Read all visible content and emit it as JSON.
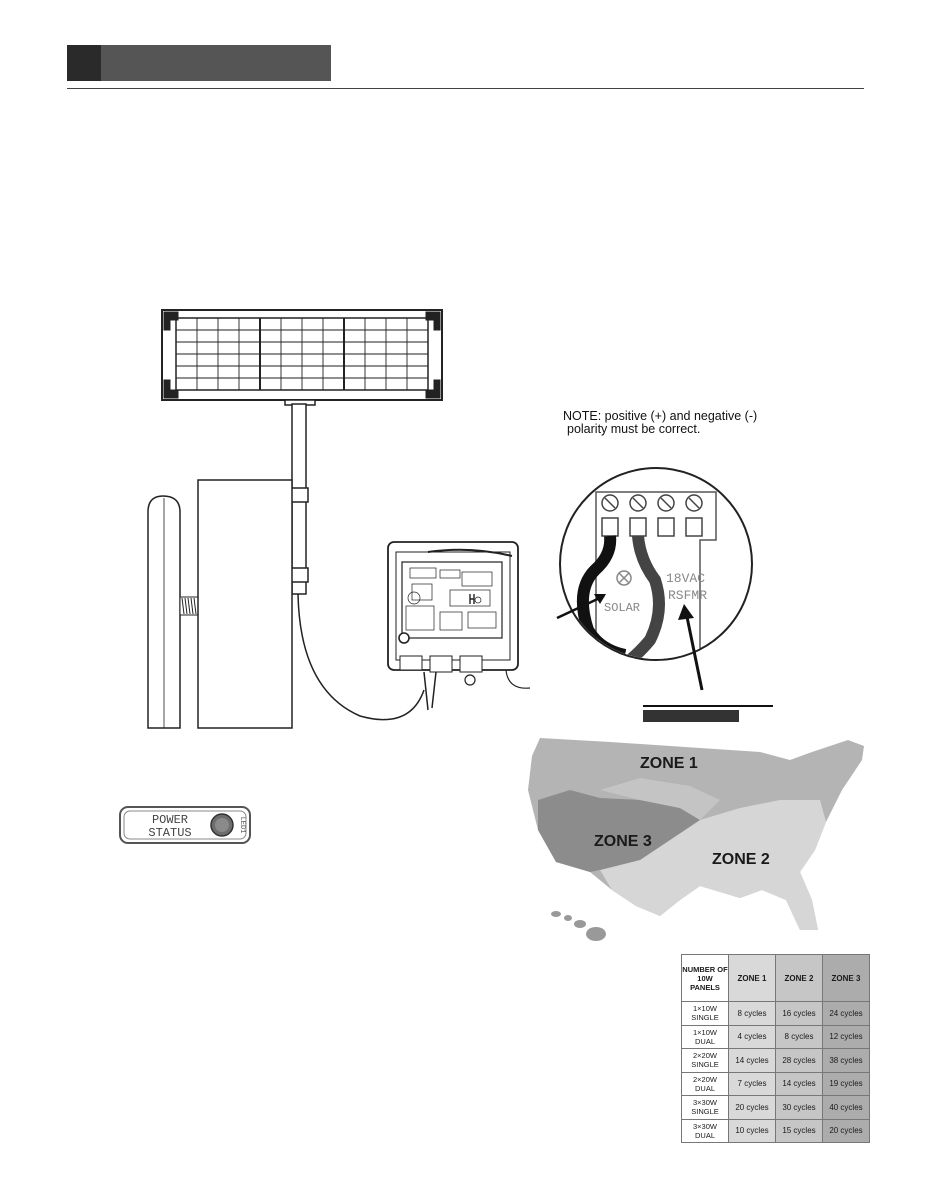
{
  "note": {
    "line1": "NOTE: positive (+) and negative (-)",
    "line2": "polarity must be correct."
  },
  "terminal": {
    "solar_label": "SOLAR",
    "vac_label": "18VAC",
    "xfmr_label": "RSFMR"
  },
  "power_status": {
    "line1": "POWER",
    "line2": "STATUS",
    "led_label": "LED1"
  },
  "map": {
    "zone1": "ZONE 1",
    "zone2": "ZONE 2",
    "zone3": "ZONE 3"
  },
  "table": {
    "headers": [
      "NUMBER OF 10W PANELS",
      "ZONE 1",
      "ZONE 2",
      "ZONE 3"
    ],
    "rows": [
      [
        "1×10W\nSINGLE",
        "8 cycles",
        "16 cycles",
        "24 cycles"
      ],
      [
        "1×10W\nDUAL",
        "4 cycles",
        "8 cycles",
        "12 cycles"
      ],
      [
        "2×20W\nSINGLE",
        "14 cycles",
        "28 cycles",
        "38 cycles"
      ],
      [
        "2×20W\nDUAL",
        "7 cycles",
        "14 cycles",
        "19 cycles"
      ],
      [
        "3×30W\nSINGLE",
        "20 cycles",
        "30 cycles",
        "40 cycles"
      ],
      [
        "3×30W\nDUAL",
        "10 cycles",
        "15 cycles",
        "20 cycles"
      ]
    ]
  },
  "colors": {
    "header_bar": "#555555",
    "zone1": "#b4b4b4",
    "zone2": "#d6d6d6",
    "zone3": "#8c8c8c"
  }
}
